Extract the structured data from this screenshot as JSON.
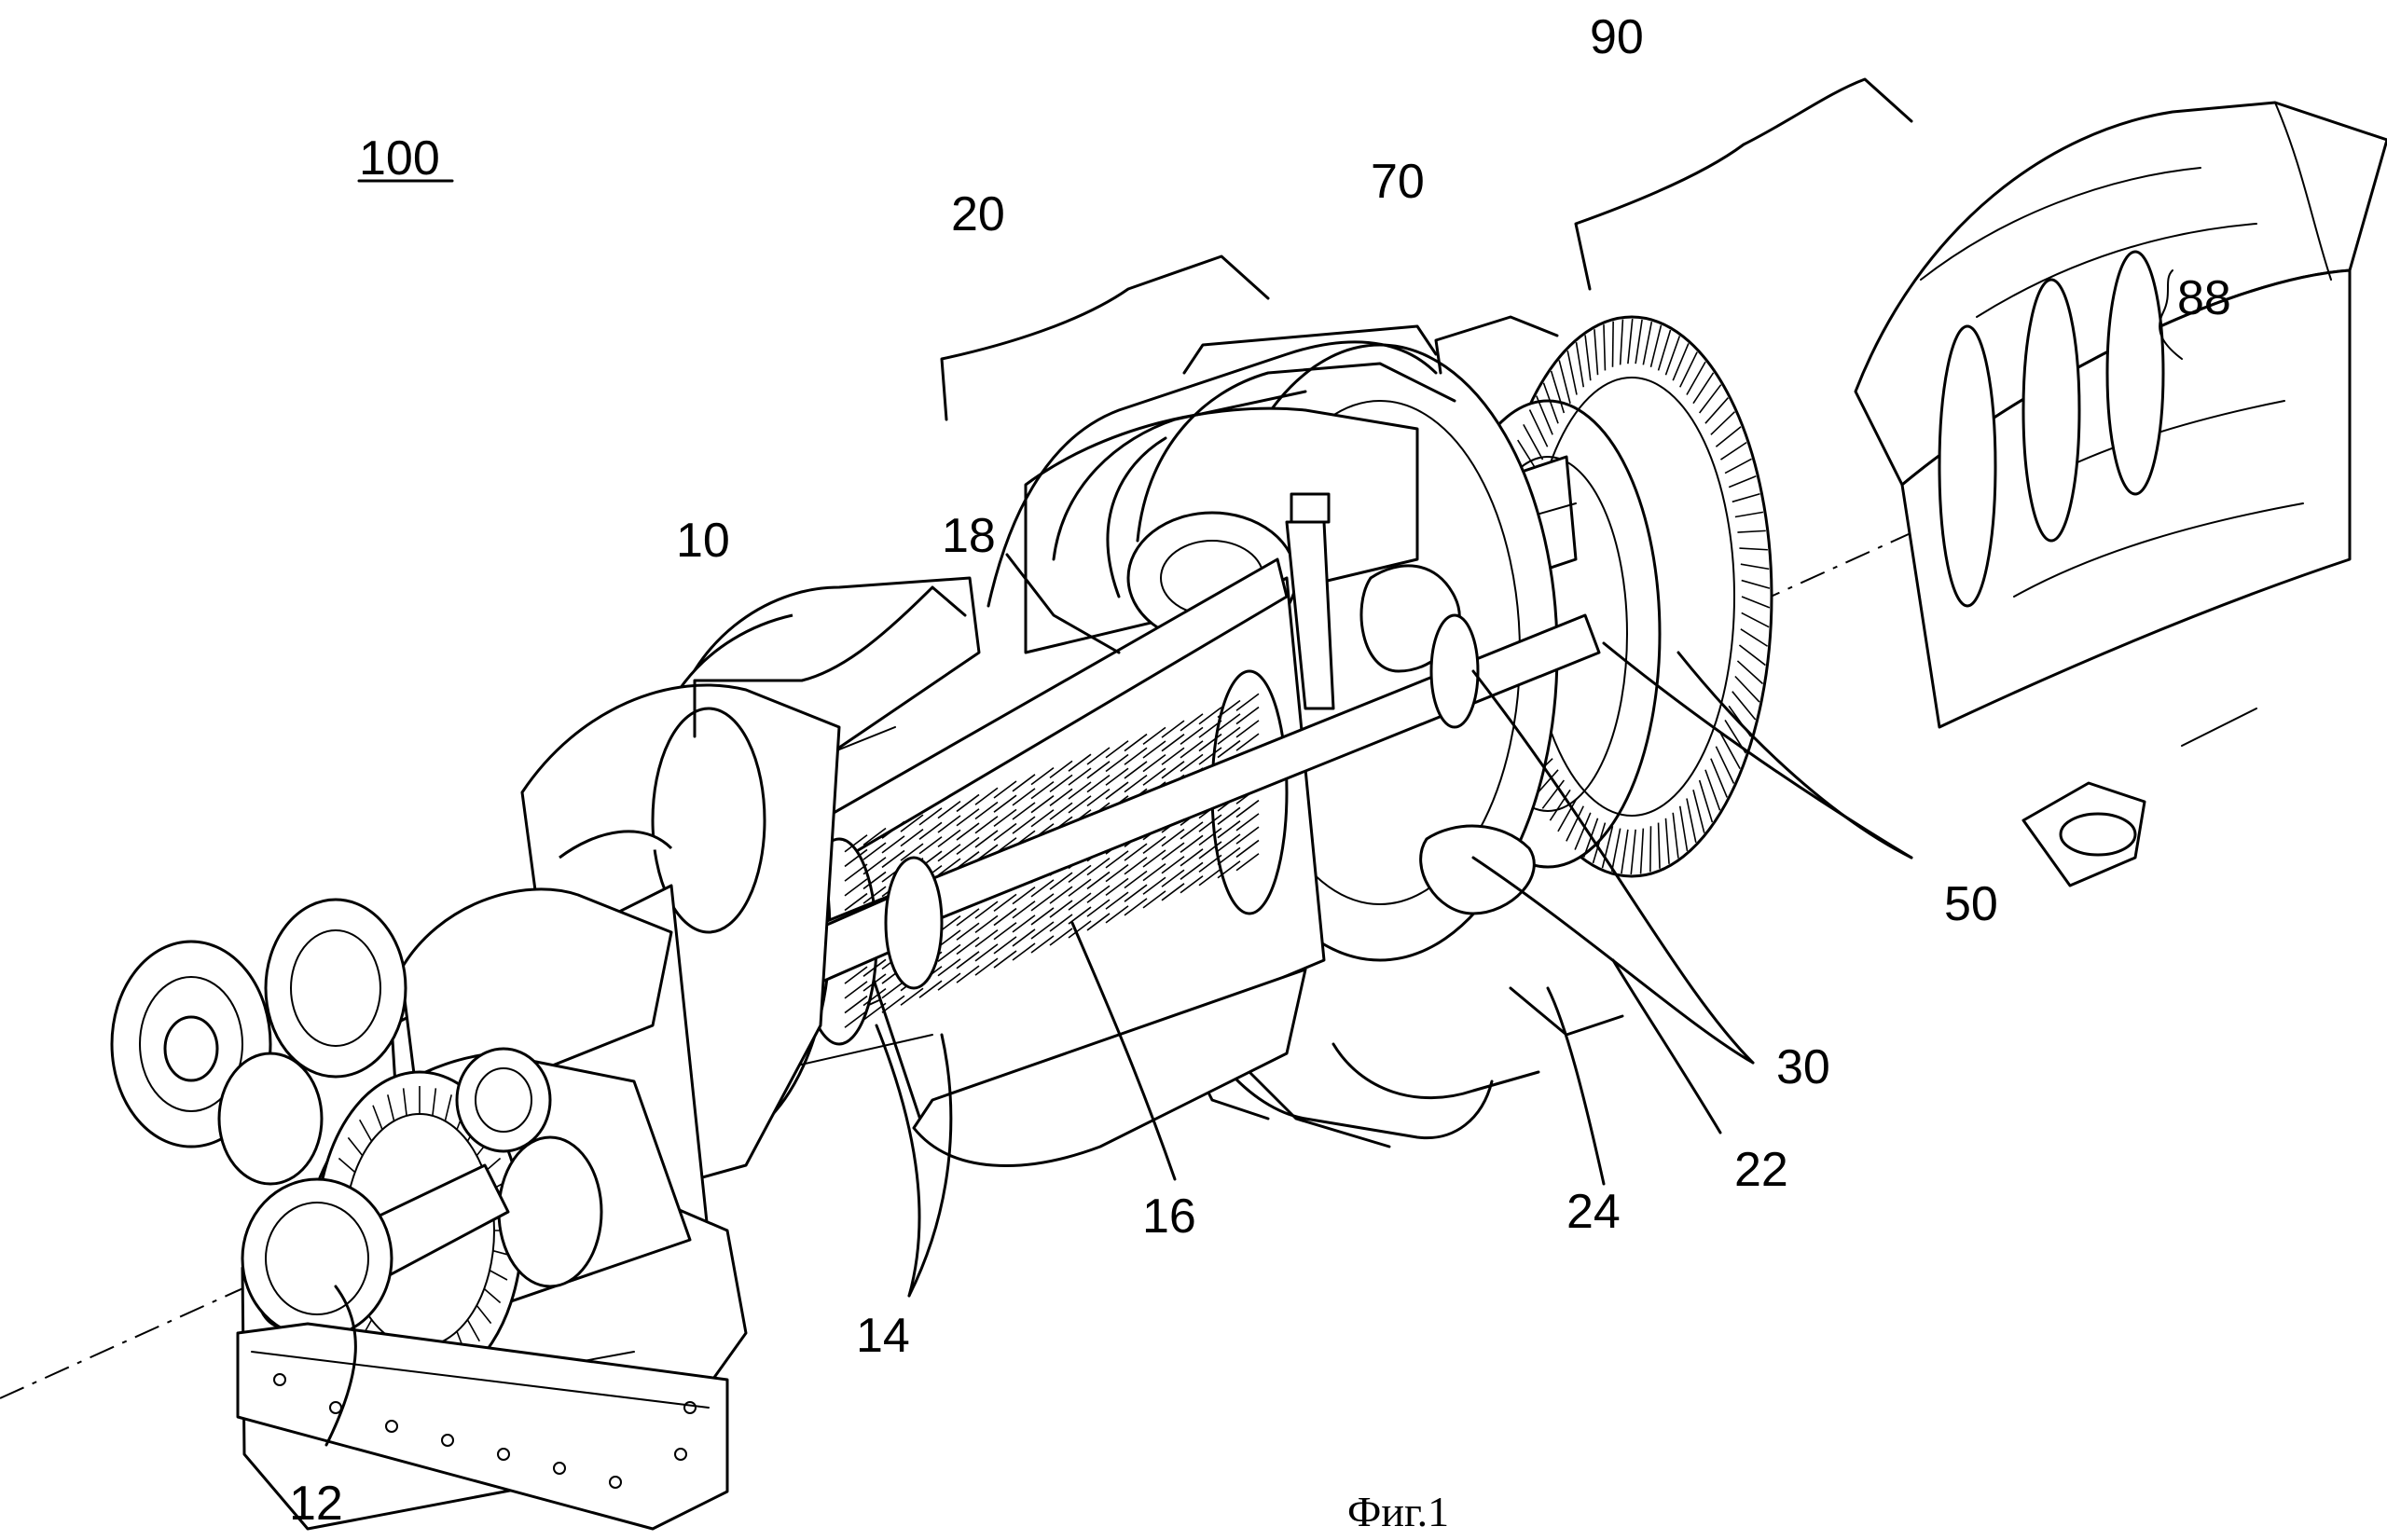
{
  "figure": {
    "caption": "Фиг.1",
    "assembly_label": "100",
    "labels": {
      "l10": "10",
      "l12": "12",
      "l14": "14",
      "l16": "16",
      "l18": "18",
      "l20": "20",
      "l22": "22",
      "l24": "24",
      "l30": "30",
      "l50": "50",
      "l70": "70",
      "l88": "88",
      "l90": "90"
    }
  }
}
